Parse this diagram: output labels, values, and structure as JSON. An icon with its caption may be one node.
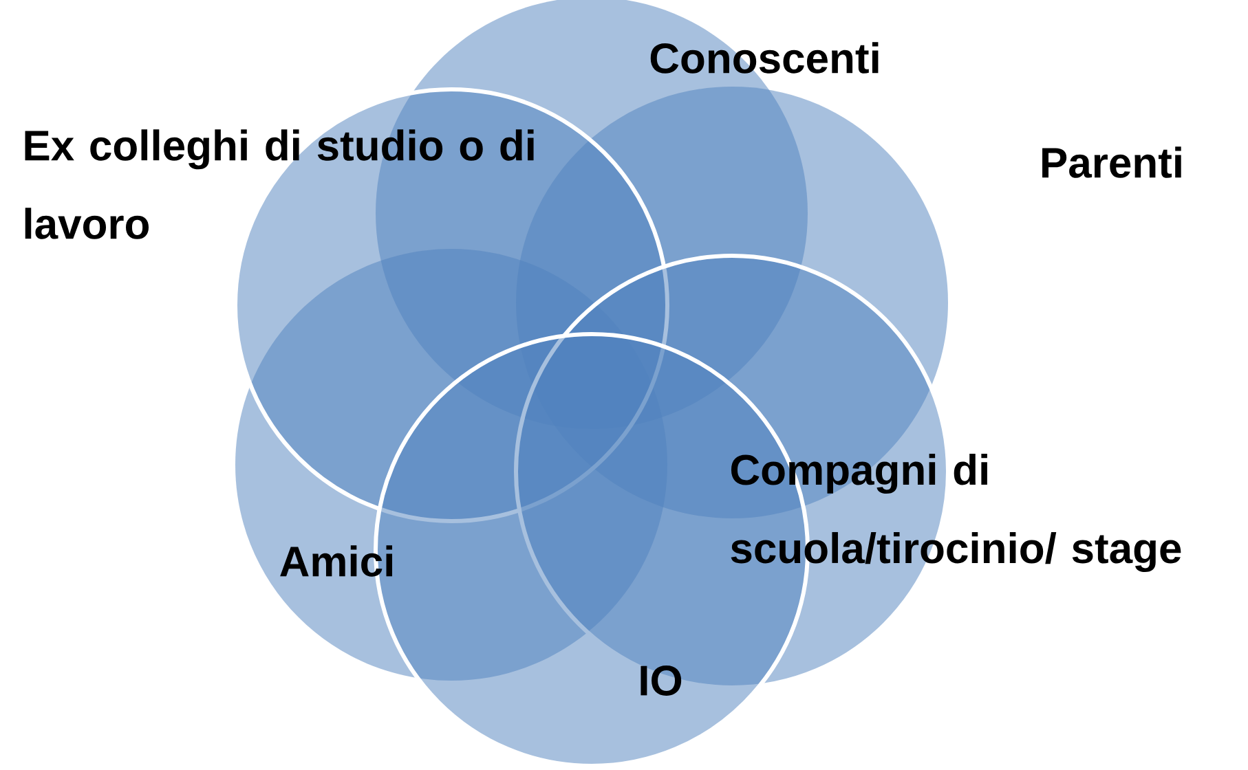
{
  "diagram": {
    "nodes": [
      {
        "text": [
          "Conoscenti"
        ]
      },
      {
        "text": [
          "Ex colleghi di studio o di lavoro"
        ]
      },
      {
        "text": [
          "Parenti"
        ]
      },
      {
        "text": [
          "Compagni di scuola/tirocinio/ stage"
        ]
      },
      {
        "text": [
          "Amici"
        ]
      },
      {
        "text": [
          "IO"
        ]
      }
    ]
  }
}
